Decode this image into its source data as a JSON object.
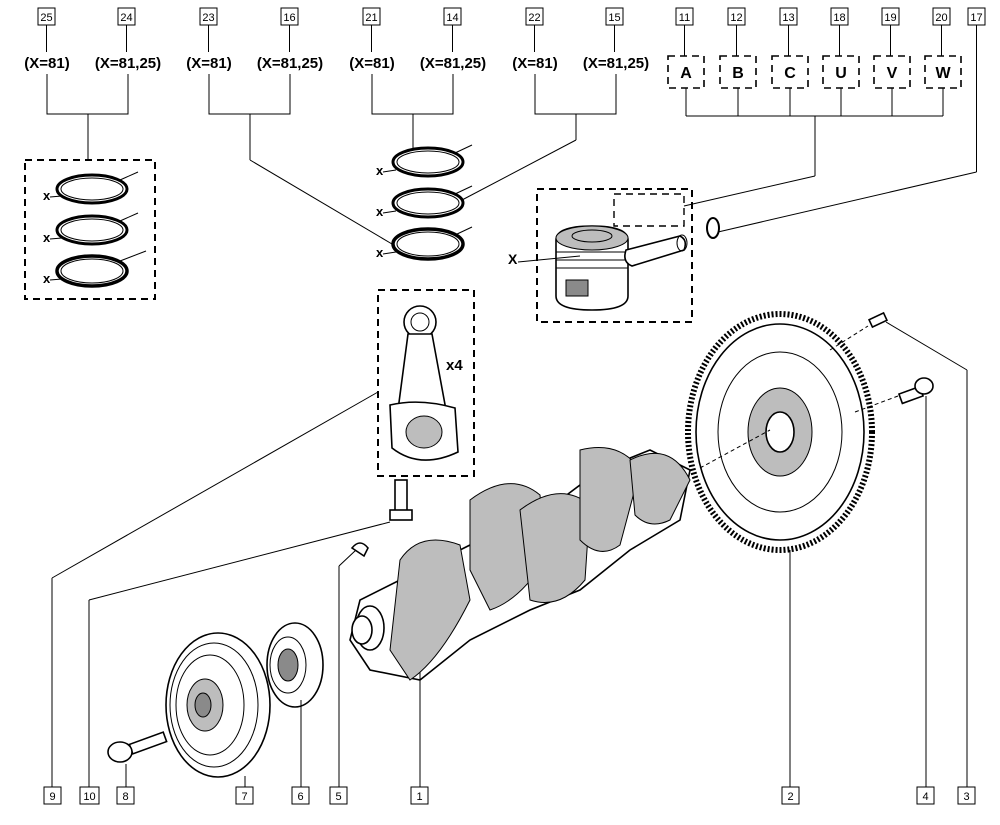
{
  "callouts": {
    "c25": "25",
    "c24": "24",
    "c23": "23",
    "c16": "16",
    "c21": "21",
    "c14": "14",
    "c22": "22",
    "c15": "15",
    "c11": "11",
    "c12": "12",
    "c13": "13",
    "c18": "18",
    "c19": "19",
    "c20": "20",
    "c17": "17",
    "c9": "9",
    "c10": "10",
    "c8": "8",
    "c7": "7",
    "c6": "6",
    "c5": "5",
    "c1": "1",
    "c2": "2",
    "c4": "4",
    "c3": "3"
  },
  "conditions": {
    "c25": "(X=81)",
    "c24": "(X=81,25)",
    "c23": "(X=81)",
    "c16": "(X=81,25)",
    "c21": "(X=81)",
    "c14": "(X=81,25)",
    "c22": "(X=81)",
    "c15": "(X=81,25)"
  },
  "variants": [
    "A",
    "B",
    "C",
    "U",
    "V",
    "W"
  ],
  "markers": {
    "x_small": "x",
    "x_large": "X",
    "quantity": "x4"
  }
}
